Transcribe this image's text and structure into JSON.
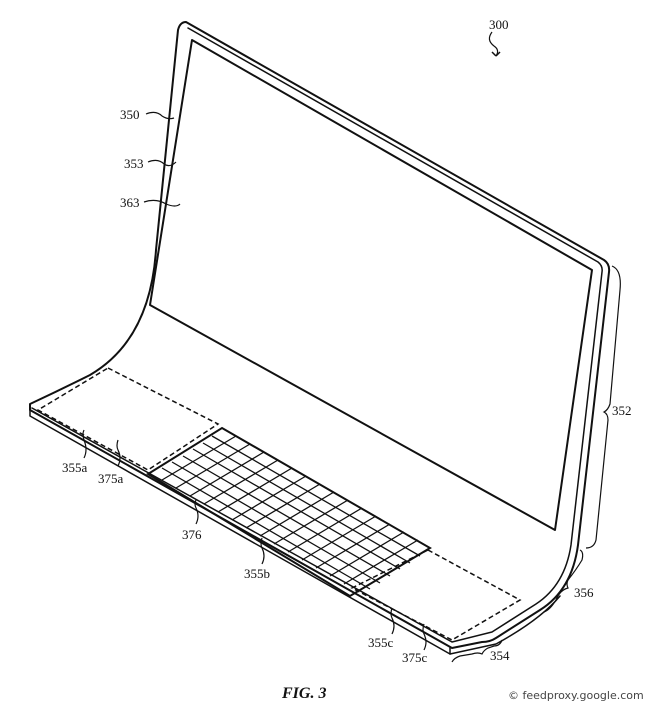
{
  "figure": {
    "caption": "FIG. 3",
    "watermark": "© feedproxy.google.com",
    "subject": "curved single-sheet all-in-one computer with display, keyboard and trackpad regions"
  },
  "reference_numerals": {
    "device": "300",
    "housing": "350",
    "display_border": "353",
    "display": "363",
    "upright_portion": "352",
    "curved_portion": "356",
    "base_portion": "354",
    "input_region_a": "355a",
    "input_region_b": "355b",
    "input_region_c": "355c",
    "touch_region_a": "375a",
    "touch_region_c": "375c",
    "keyboard": "376"
  },
  "colors": {
    "line": "#111111",
    "background": "#ffffff"
  }
}
